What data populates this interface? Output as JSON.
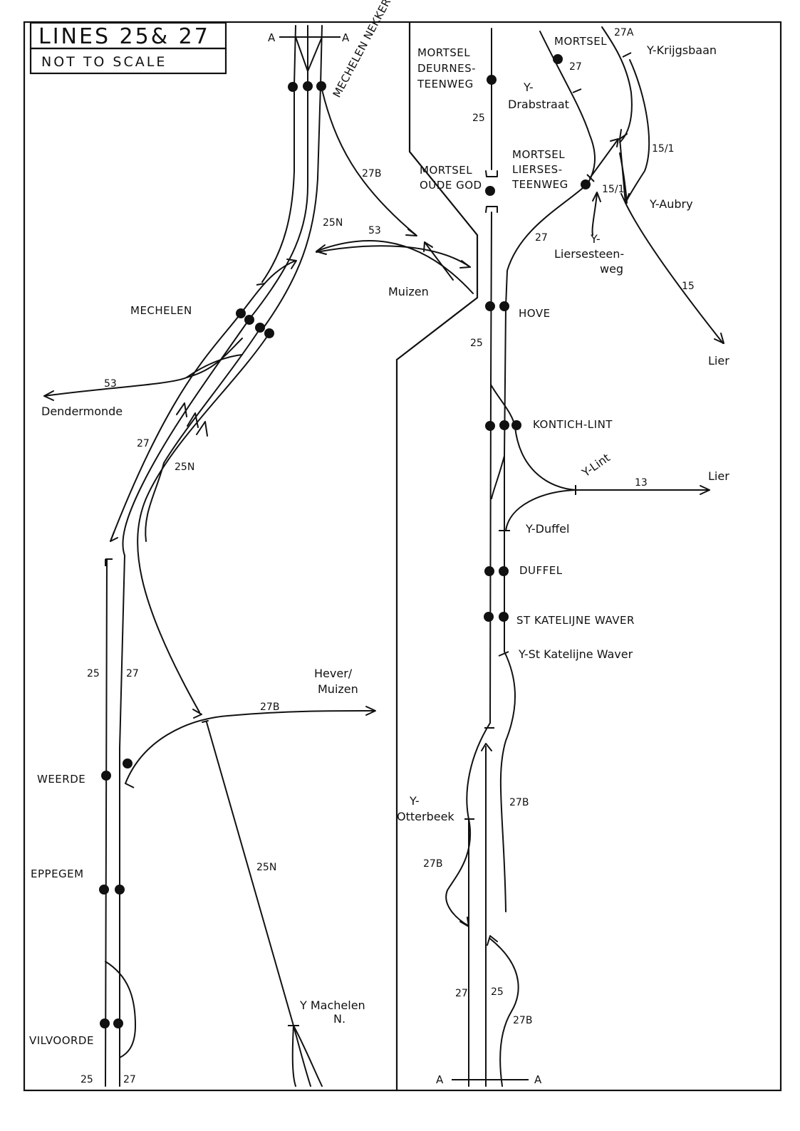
{
  "title": "LINES 25& 27",
  "subtitle": "NOT TO SCALE",
  "cut_mark": "A",
  "stations": {
    "mechelen_nekkerspoel": "MECHELEN NEKKERSPOEL",
    "mechelen": "MECHELEN",
    "weerde": "WEERDE",
    "eppegem": "EPPEGEM",
    "vilvoorde": "VILVOORDE",
    "mortsel_deurne_1": "MORTSEL",
    "mortsel_deurne_2": "DEURNES-",
    "mortsel_deurne_3": "TEENWEG",
    "mortsel_oude_god_1": "MORTSEL",
    "mortsel_oude_god_2": "OUDE GOD",
    "mortsel": "MORTSEL",
    "mortsel_lierse_1": "MORTSEL",
    "mortsel_lierse_2": "LIERSES-",
    "mortsel_lierse_3": "TEENWEG",
    "hove": "HOVE",
    "kontich_lint": "KONTICH-LINT",
    "duffel": "DUFFEL",
    "st_katelijne_waver": "ST KATELIJNE WAVER"
  },
  "junctions": {
    "y_drabstraat_1": "Y-",
    "y_drabstraat_2": "Drabstraat",
    "y_krijgsbaan": "Y-Krijgsbaan",
    "y_aubry": "Y-Aubry",
    "y_liersesteenweg_1": "Y-",
    "y_liersesteenweg_2": "Liersesteen-",
    "y_liersesteenweg_3": "weg",
    "y_lint": "Y-Lint",
    "y_duffel": "Y-Duffel",
    "y_st_katelijne_waver": "Y-St Katelijne Waver",
    "y_otterbeek_1": "Y-",
    "y_otterbeek_2": "Otterbeek",
    "y_machelen_1": "Y Machelen",
    "y_machelen_2": "N."
  },
  "destinations": {
    "muizen": "Muizen",
    "dendermonde": "Dendermonde",
    "hever_muizen_1": "Hever/",
    "hever_muizen_2": "Muizen",
    "lier_15": "Lier",
    "lier_13": "Lier"
  },
  "line_numbers": {
    "l27b_a": "27B",
    "l25n_a": "25N",
    "l53_a": "53",
    "l53_b": "53",
    "l27_a": "27",
    "l25n_b": "25N",
    "l25_a": "25",
    "l27_b": "27",
    "l27b_b": "27B",
    "l25n_c": "25N",
    "l25_bottom": "25",
    "l27_bottom": "27",
    "l25_b": "25",
    "l27_c": "27",
    "l27a": "27A",
    "l15_1_a": "15/1",
    "l15_1_b": "15/1",
    "l27_d": "27",
    "l15": "15",
    "l25_c": "25",
    "l13": "13",
    "l27b_c": "27B",
    "l27b_d": "27B",
    "l27_e": "27",
    "l25_d": "25",
    "l27b_e": "27B"
  }
}
